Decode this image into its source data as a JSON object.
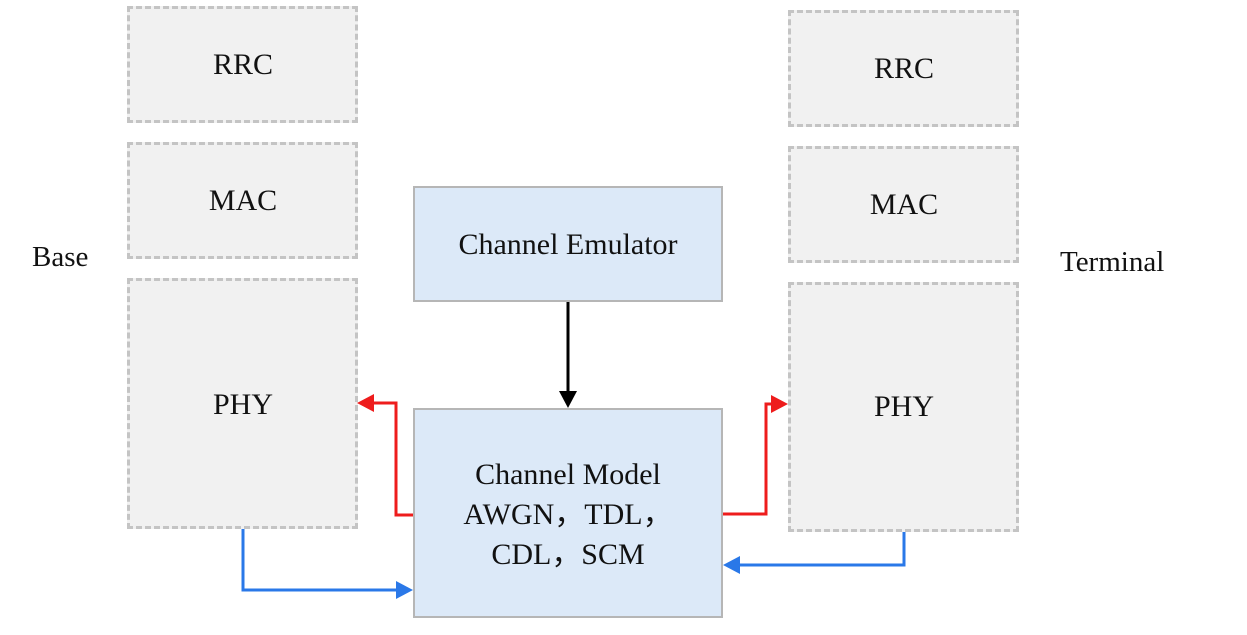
{
  "base": {
    "label": "Base",
    "layers": {
      "rrc": "RRC",
      "mac": "MAC",
      "phy": "PHY"
    }
  },
  "terminal": {
    "label": "Terminal",
    "layers": {
      "rrc": "RRC",
      "mac": "MAC",
      "phy": "PHY"
    }
  },
  "emulator": {
    "label": "Channel Emulator"
  },
  "channel_model": {
    "title": "Channel Model",
    "line2": "AWGN，TDL，",
    "line3": "CDL，SCM"
  },
  "colors": {
    "layer_fill": "#f1f1f1",
    "layer_border": "#c4c4c4",
    "module_fill": "#dce9f8",
    "module_border": "#b6b6b6",
    "downlink_arrow": "#ee1c1c",
    "uplink_arrow": "#2a78e8",
    "control_arrow": "#000000"
  }
}
